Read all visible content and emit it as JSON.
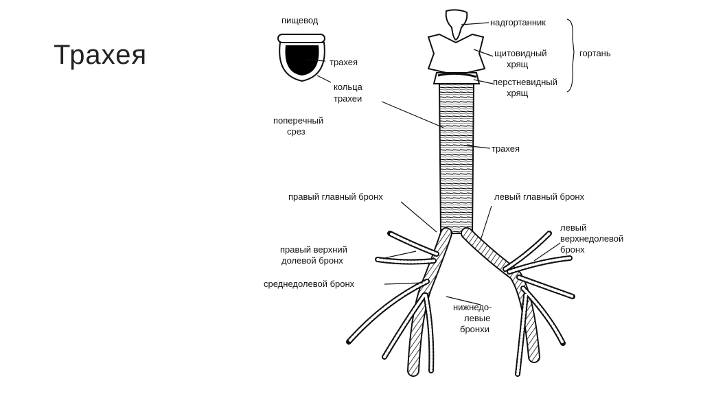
{
  "slide": {
    "title": "Трахея"
  },
  "labels": {
    "esophagus": "пищевод",
    "trachea_section": "трахея",
    "rings_1": "кольца",
    "rings_2": "трахеи",
    "cross_1": "поперечный",
    "cross_2": "срез",
    "epiglottis": "надгортанник",
    "thyroid_1": "щитовидный",
    "thyroid_2": "хрящ",
    "larynx": "гортань",
    "cricoid_1": "перстневидный",
    "cricoid_2": "хрящ",
    "trachea": "трахея",
    "right_main": "правый главный  бронх",
    "left_main": "левый главный бронх",
    "right_upper_1": "правый  верхний",
    "right_upper_2": "долевой бронх",
    "left_upper_1": "левый",
    "left_upper_2": "верхнедолевой",
    "left_upper_3": "бронх",
    "middle": "среднедолевой бронх",
    "lower_1": "нижнедо-",
    "lower_2": "левые",
    "lower_3": "бронхи"
  }
}
